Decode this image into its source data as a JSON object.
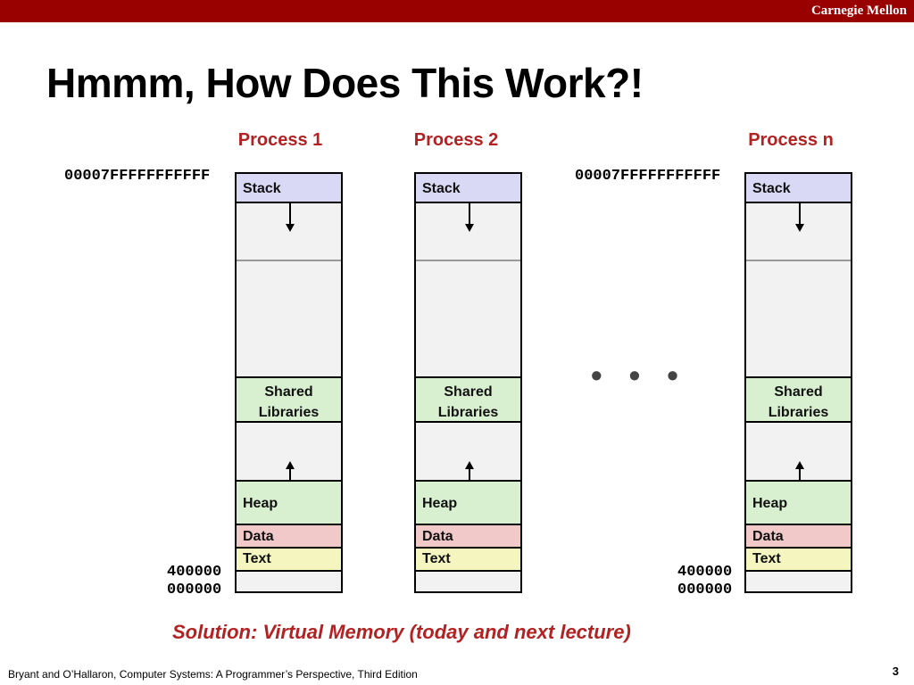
{
  "header": {
    "brand": "Carnegie Mellon"
  },
  "title": "Hmmm, How Does This Work?!",
  "processes": [
    {
      "label": "Process 1"
    },
    {
      "label": "Process 2"
    },
    {
      "label": "Process n"
    }
  ],
  "segments": {
    "stack": "Stack",
    "shared_line1": "Shared",
    "shared_line2": "Libraries",
    "heap": "Heap",
    "data": "Data",
    "text": "Text"
  },
  "addresses": {
    "top": "00007FFFFFFFFFFF",
    "text_start": "400000",
    "bottom": "000000"
  },
  "ellipsis": "• • •",
  "solution": "Solution: Virtual Memory (today and next lecture)",
  "footer": {
    "citation": "Bryant and O’Hallaron, Computer Systems: A Programmer’s Perspective, Third Edition",
    "page": "3"
  }
}
